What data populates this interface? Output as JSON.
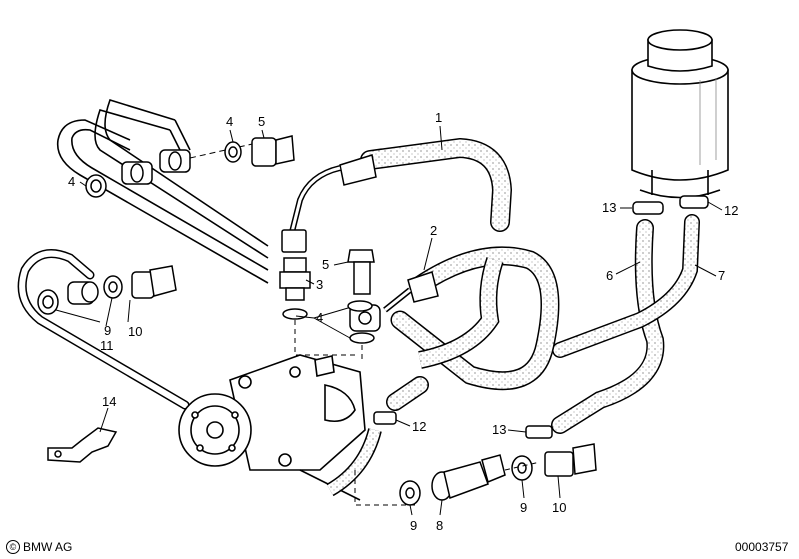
{
  "callouts": {
    "c1": "1",
    "c2": "2",
    "c3": "3",
    "c4a": "4",
    "c4b": "4",
    "c4c": "4",
    "c5a": "5",
    "c5b": "5",
    "c6": "6",
    "c7": "7",
    "c8": "8",
    "c9a": "9",
    "c9b": "9",
    "c9c": "9",
    "c10a": "10",
    "c10b": "10",
    "c11": "11",
    "c12a": "12",
    "c12b": "12",
    "c13a": "13",
    "c13b": "13",
    "c14": "14"
  },
  "footer": {
    "copyright_symbol": "©",
    "brand": "BMW AG",
    "diagram_number": "00003757"
  }
}
